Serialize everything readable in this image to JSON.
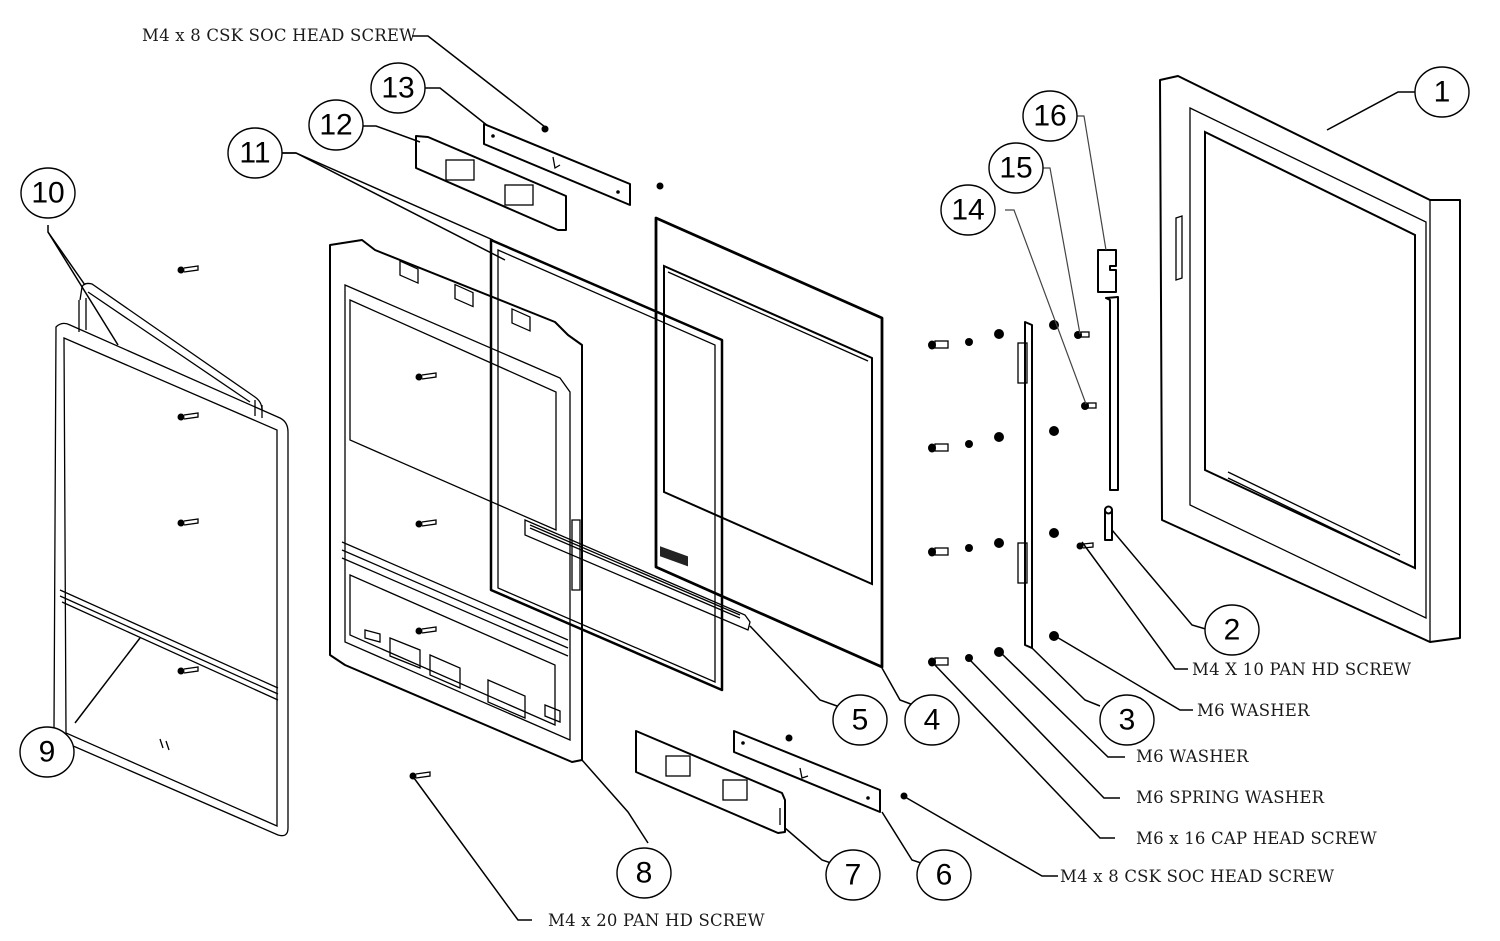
{
  "diagram": {
    "type": "exploded-parts-view",
    "balloons": [
      {
        "id": "1",
        "text": "1"
      },
      {
        "id": "2",
        "text": "2"
      },
      {
        "id": "3",
        "text": "3"
      },
      {
        "id": "4",
        "text": "4"
      },
      {
        "id": "5",
        "text": "5"
      },
      {
        "id": "6",
        "text": "6"
      },
      {
        "id": "7",
        "text": "7"
      },
      {
        "id": "8",
        "text": "8"
      },
      {
        "id": "9",
        "text": "9"
      },
      {
        "id": "10",
        "text": "10"
      },
      {
        "id": "11",
        "text": "11"
      },
      {
        "id": "12",
        "text": "12"
      },
      {
        "id": "13",
        "text": "13"
      },
      {
        "id": "14",
        "text": "14"
      },
      {
        "id": "15",
        "text": "15"
      },
      {
        "id": "16",
        "text": "16"
      }
    ],
    "fastener_labels": {
      "top_csk_screw": "M4 x 8 CSK SOC HEAD SCREW",
      "m4x10_pan": "M4 X 10 PAN HD SCREW",
      "m6_washer_a": "M6 WASHER",
      "m6_washer_b": "M6 WASHER",
      "m6_spring_washer": "M6 SPRING WASHER",
      "m6x16_cap": "M6 x 16 CAP HEAD SCREW",
      "bottom_csk_screw": "M4 x 8 CSK SOC HEAD SCREW",
      "m4x20_pan": "M4 x 20 PAN HD SCREW"
    }
  }
}
